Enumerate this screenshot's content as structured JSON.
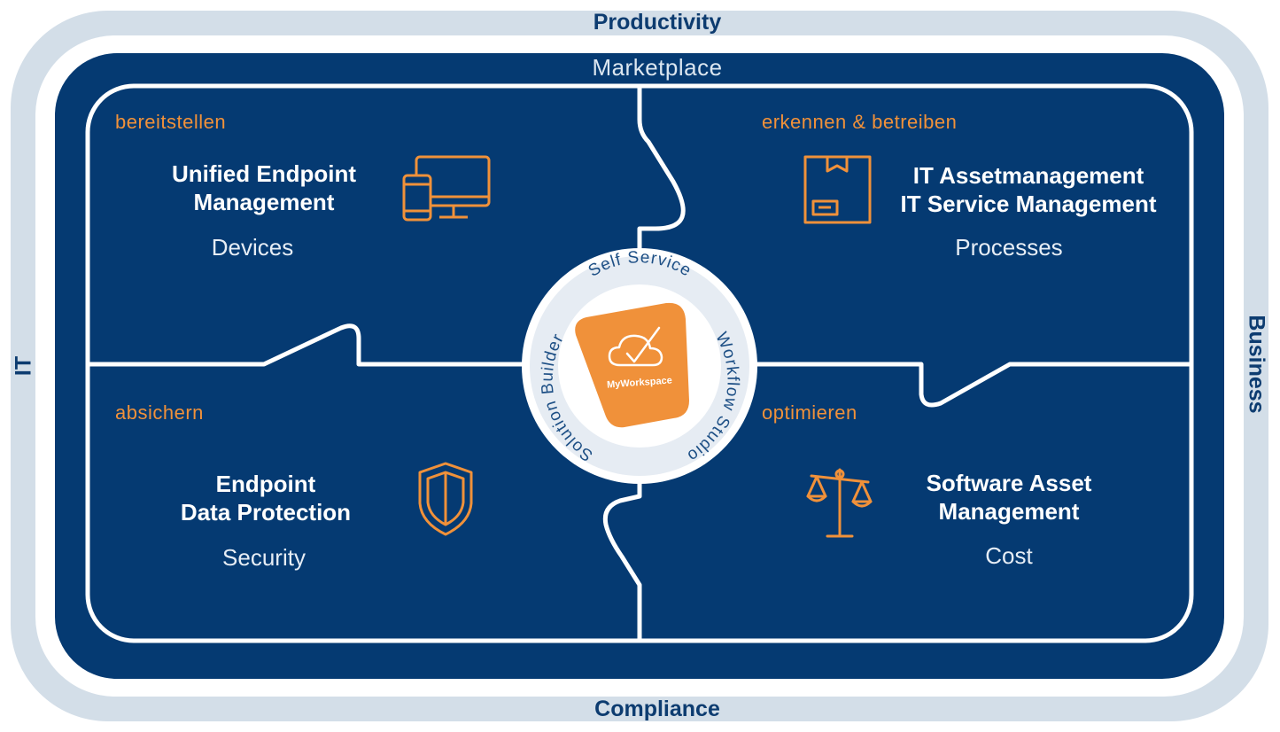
{
  "frame": {
    "top": "Productivity",
    "bottom": "Compliance",
    "left": "IT",
    "right": "Business"
  },
  "marketplace": "Marketplace",
  "quadrants": {
    "top_left": {
      "verb": "bereitstellen",
      "title_line1": "Unified Endpoint",
      "title_line2": "Management",
      "subtitle": "Devices",
      "icon": "devices-icon"
    },
    "top_right": {
      "verb": "erkennen & betreiben",
      "title_line1": "IT Assetmanagement",
      "title_line2": "IT Service Management",
      "subtitle": "Processes",
      "icon": "box-icon"
    },
    "bottom_left": {
      "verb": "absichern",
      "title_line1": "Endpoint",
      "title_line2": "Data Protection",
      "subtitle": "Security",
      "icon": "shield-icon"
    },
    "bottom_right": {
      "verb": "optimieren",
      "title_line1": "Software Asset",
      "title_line2": "Management",
      "subtitle": "Cost",
      "icon": "scale-icon"
    }
  },
  "center": {
    "ring_top": "Self Service",
    "ring_right": "Workflow Studio",
    "ring_left": "Solution Builder",
    "logo_label": "MyWorkspace",
    "logo_icon": "cloud-check-icon"
  },
  "colors": {
    "navy": "#053a72",
    "outer_ring": "#d3dee8",
    "accent": "#f0913a",
    "white": "#ffffff"
  }
}
